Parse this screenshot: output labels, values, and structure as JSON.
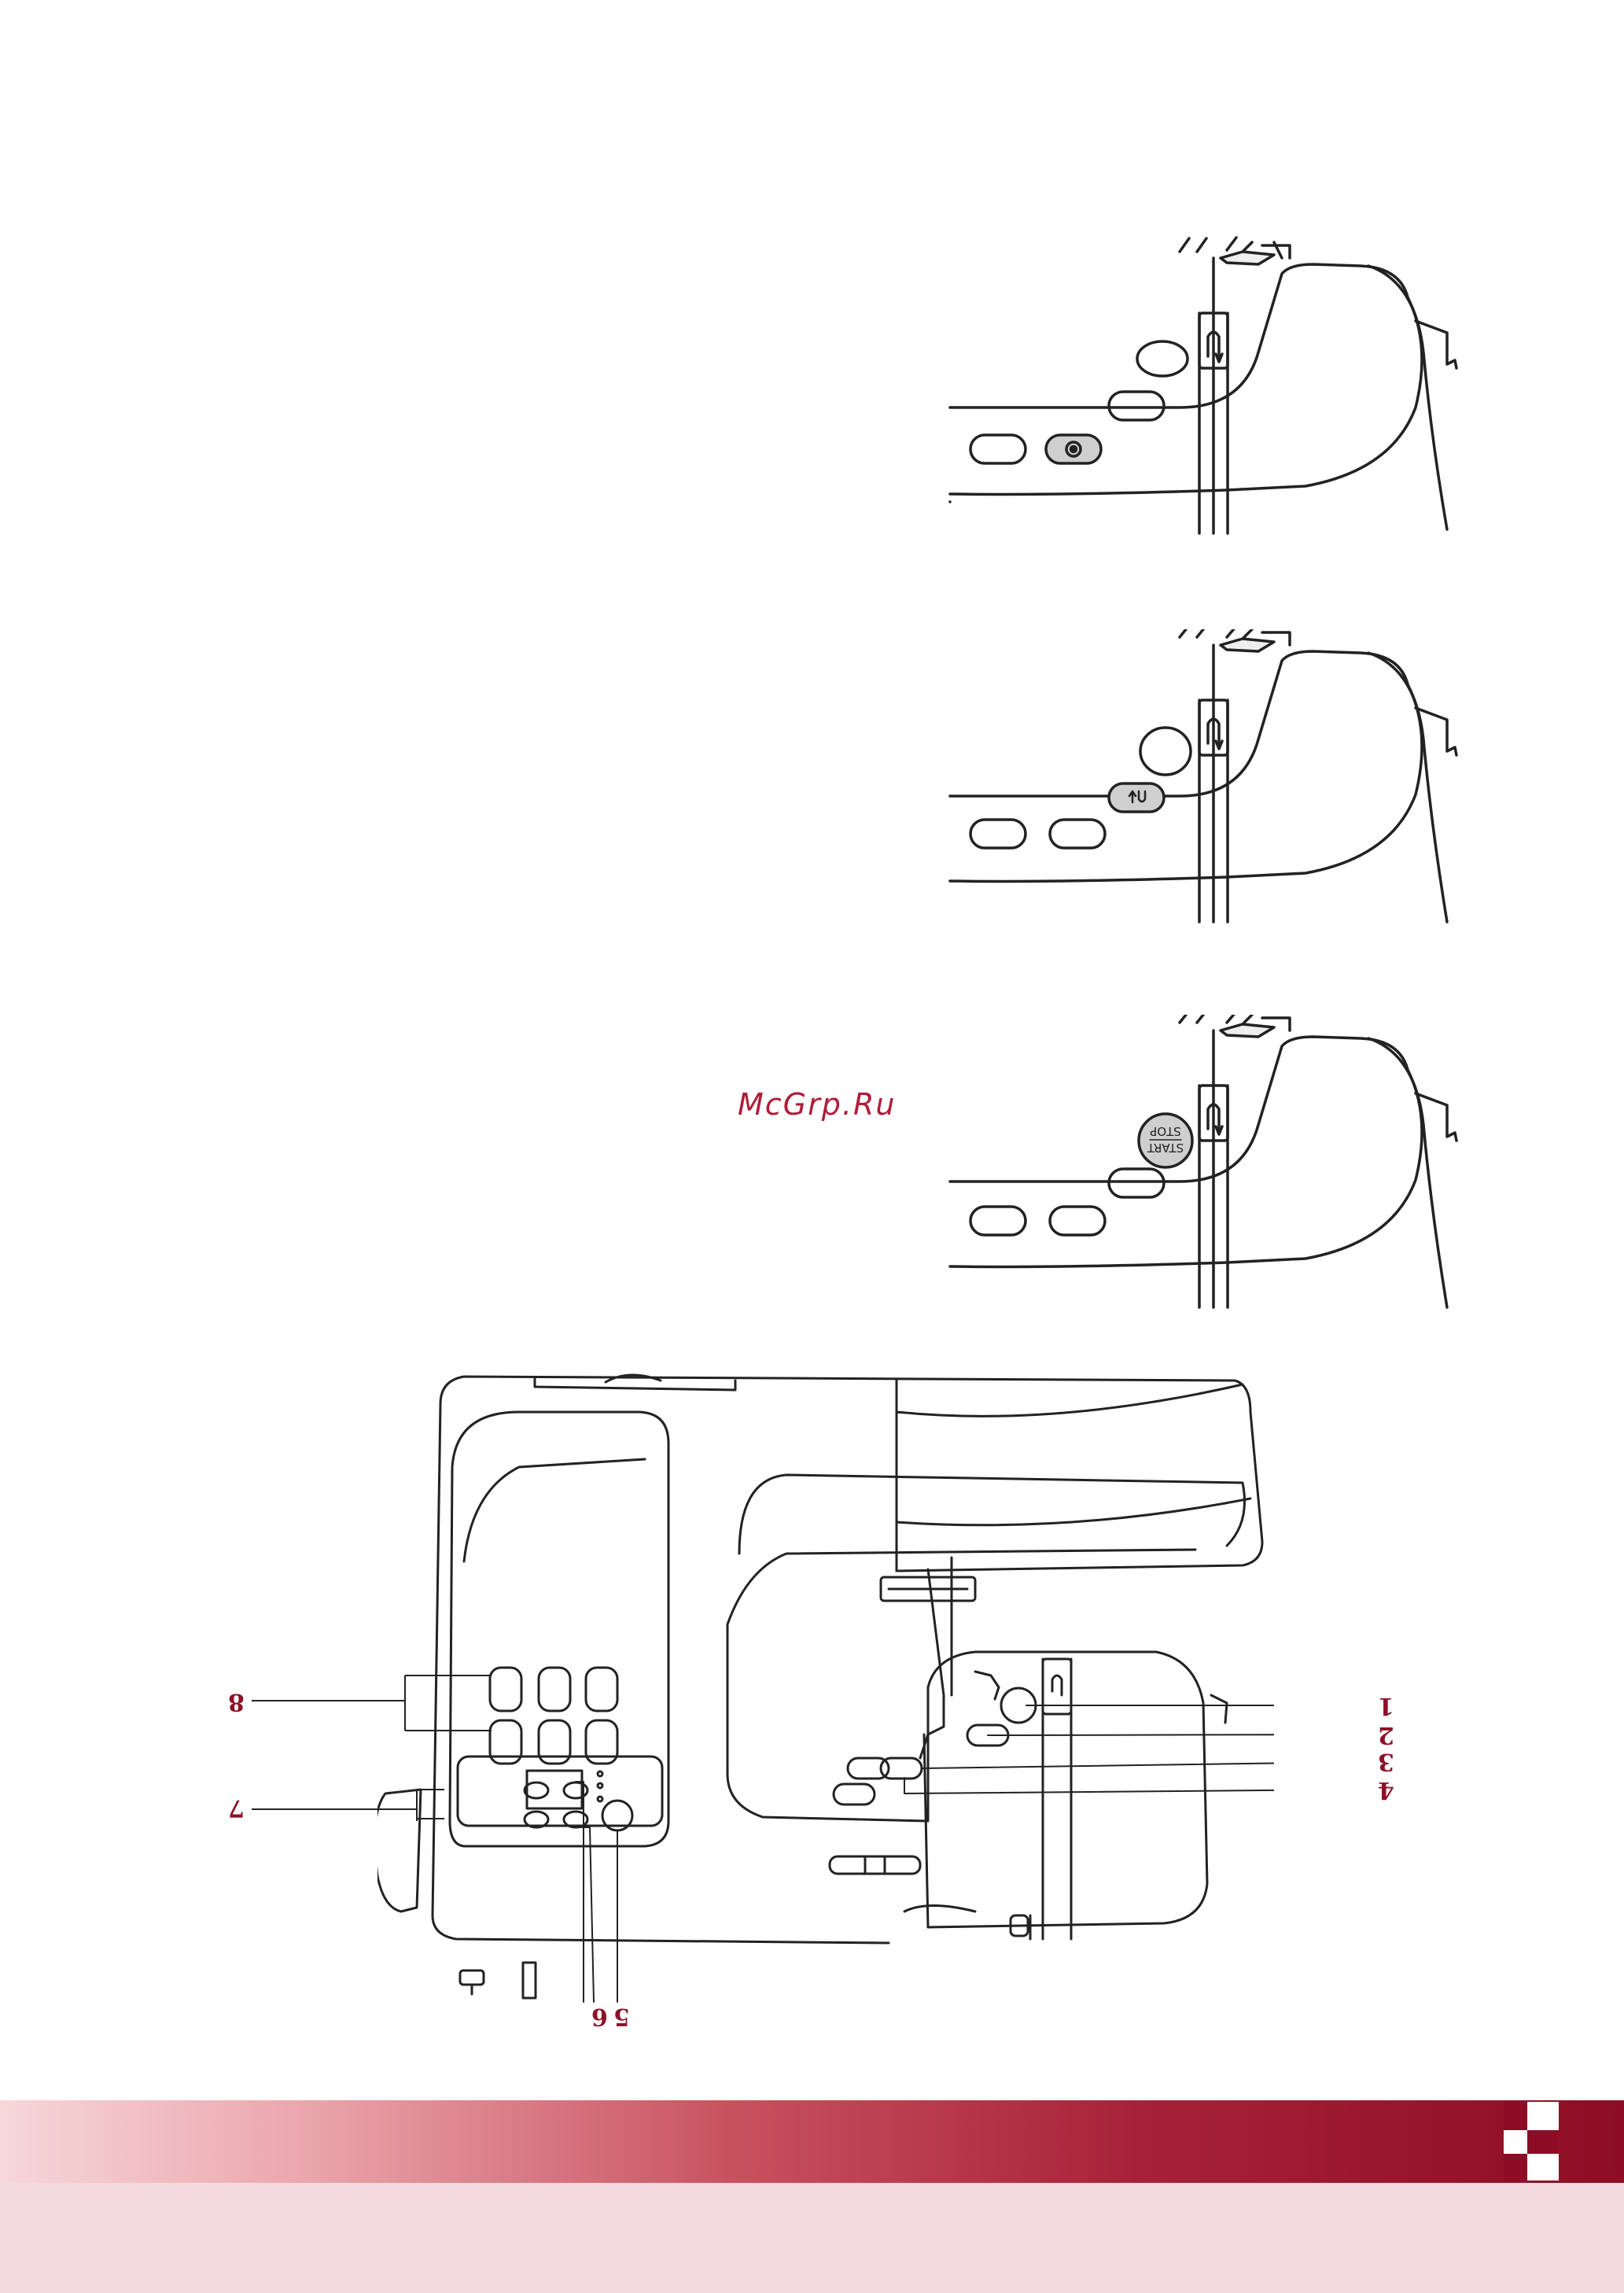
{
  "watermark": "McGrp.Ru",
  "panel_1": {
    "button_icon": "needle-position-icon"
  },
  "panel_2": {
    "button_icon": "reverse-icon"
  },
  "panel_3": {
    "start_stop_top": "START",
    "start_stop_bottom": "STOP"
  },
  "callouts": {
    "c1": "1",
    "c2": "2",
    "c3": "3",
    "c4": "4",
    "c5": "5",
    "c6": "6",
    "c7": "7",
    "c8": "8"
  },
  "colors": {
    "accent": "#8b1128",
    "band_start": "#f6d7da",
    "band_end": "#8c0d25"
  }
}
